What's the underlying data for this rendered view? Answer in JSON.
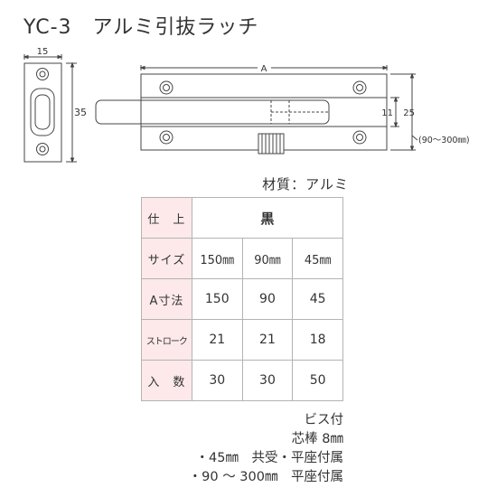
{
  "title": "YC-3　アルミ引抜ラッチ",
  "drawing": {
    "dim_width_left": "15",
    "dim_height_left": "35",
    "dim_length": "A",
    "dim_inner": "11",
    "dim_outer": "25",
    "dim_range": "(90～300㎜)"
  },
  "material": "材質：アルミ",
  "table": {
    "rows": [
      {
        "header": "仕　上",
        "cells": [
          "黒"
        ]
      },
      {
        "header": "サイズ",
        "cells": [
          "150㎜",
          "90㎜",
          "45㎜"
        ]
      },
      {
        "header": "A寸法",
        "cells": [
          "150",
          "90",
          "45"
        ]
      },
      {
        "header": "ストローク",
        "cells": [
          "21",
          "21",
          "18"
        ]
      },
      {
        "header": "入　数",
        "cells": [
          "30",
          "30",
          "50"
        ]
      }
    ]
  },
  "notes": [
    "ビス付",
    "芯棒 8㎜",
    "・45㎜　共受・平座付属",
    "・90 ～ 300㎜　平座付属"
  ]
}
